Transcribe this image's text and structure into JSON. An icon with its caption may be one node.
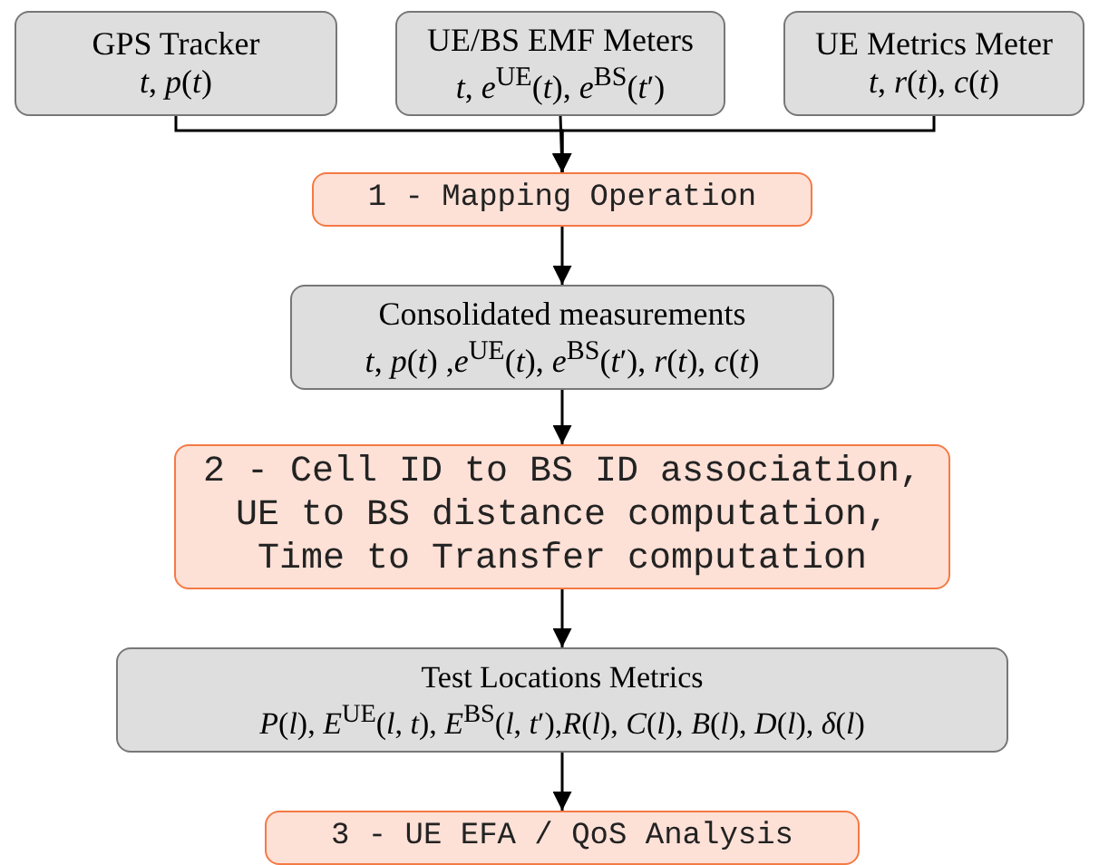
{
  "diagram": {
    "nodes": [
      {
        "text": [
          "GPS Tracker",
          "*t*, *p*(*t*)"
        ]
      },
      {
        "text": [
          "UE/BS EMF Meters",
          "*t*, *e*$^{UE}$(*t*), *e*$^{BS}$(*t*′)"
        ]
      },
      {
        "text": [
          "UE Metrics Meter",
          "*t*, *r*(*t*), *c*(*t*)"
        ]
      },
      {
        "text": [
          "1 - Mapping Operation"
        ]
      },
      {
        "text": [
          "Consolidated measurements",
          "*t*, *p*(*t*) ,*e*$^{UE}$(*t*), *e*$^{BS}$(*t*′), *r*(*t*), *c*(*t*)"
        ]
      },
      {
        "text": [
          "2 - Cell ID to BS ID association, UE to BS distance computation, Time to Transfer computation"
        ]
      },
      {
        "text": [
          "Test Locations Metrics",
          "*P*(*l*), *E*$^{UE}$(*l*, *t*), *E*$^{BS}$(*l*, *t*′),*R*(*l*), *C*(*l*), *B*(*l*), *D*(*l*), *δ*(*l*)"
        ]
      },
      {
        "text": [
          "3 - UE EFA / QoS Analysis"
        ]
      }
    ],
    "edges": [
      {
        "from": 0,
        "to": 3,
        "arrow": "to"
      },
      {
        "from": 1,
        "to": 3,
        "arrow": "to"
      },
      {
        "from": 2,
        "to": 3,
        "arrow": "to"
      },
      {
        "from": 3,
        "to": 4,
        "arrow": "to"
      },
      {
        "from": 4,
        "to": 5,
        "arrow": "to"
      },
      {
        "from": 5,
        "to": 6,
        "arrow": "to"
      },
      {
        "from": 6,
        "to": 7,
        "arrow": "to"
      }
    ]
  }
}
